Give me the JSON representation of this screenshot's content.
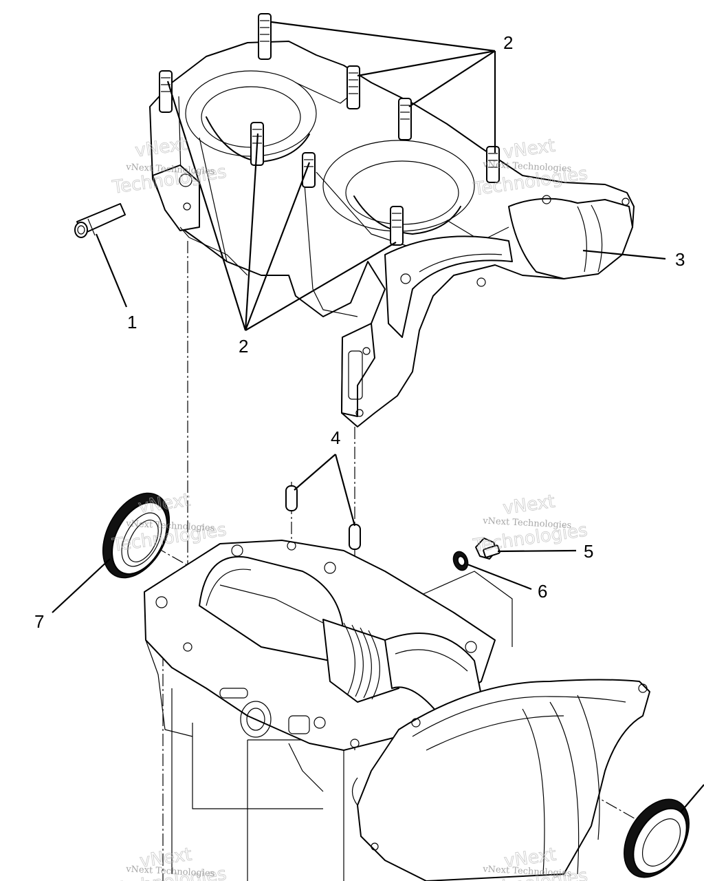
{
  "callouts": {
    "c1": "1",
    "c2_top": "2",
    "c2_bottom": "2",
    "c3": "3",
    "c4": "4",
    "c5": "5",
    "c6": "6",
    "c7": "7"
  },
  "watermarks": {
    "w1_small": "vNext Technologies",
    "w1_big": "vNext",
    "w1_big2": "Technologies",
    "w2_small": "vNext Technologies",
    "w2_big": "vNext",
    "w2_big2": "Technologies",
    "w3_small": "vNext Technologies",
    "w3_big": "vNext",
    "w3_big2": "Technologies",
    "w4_small": "vNext Technologies",
    "w4_big": "vNext",
    "w4_big2": "Technologies",
    "w5_small": "vNext Technologies",
    "w5_big": "vNext",
    "w5_big2": "Technologies",
    "w6_small": "vNext Technologies",
    "w6_big": "vNext",
    "w6_big2": "Technologies"
  },
  "colors": {
    "line": "#000000",
    "background": "#ffffff",
    "watermark": "#8a8a8a"
  }
}
